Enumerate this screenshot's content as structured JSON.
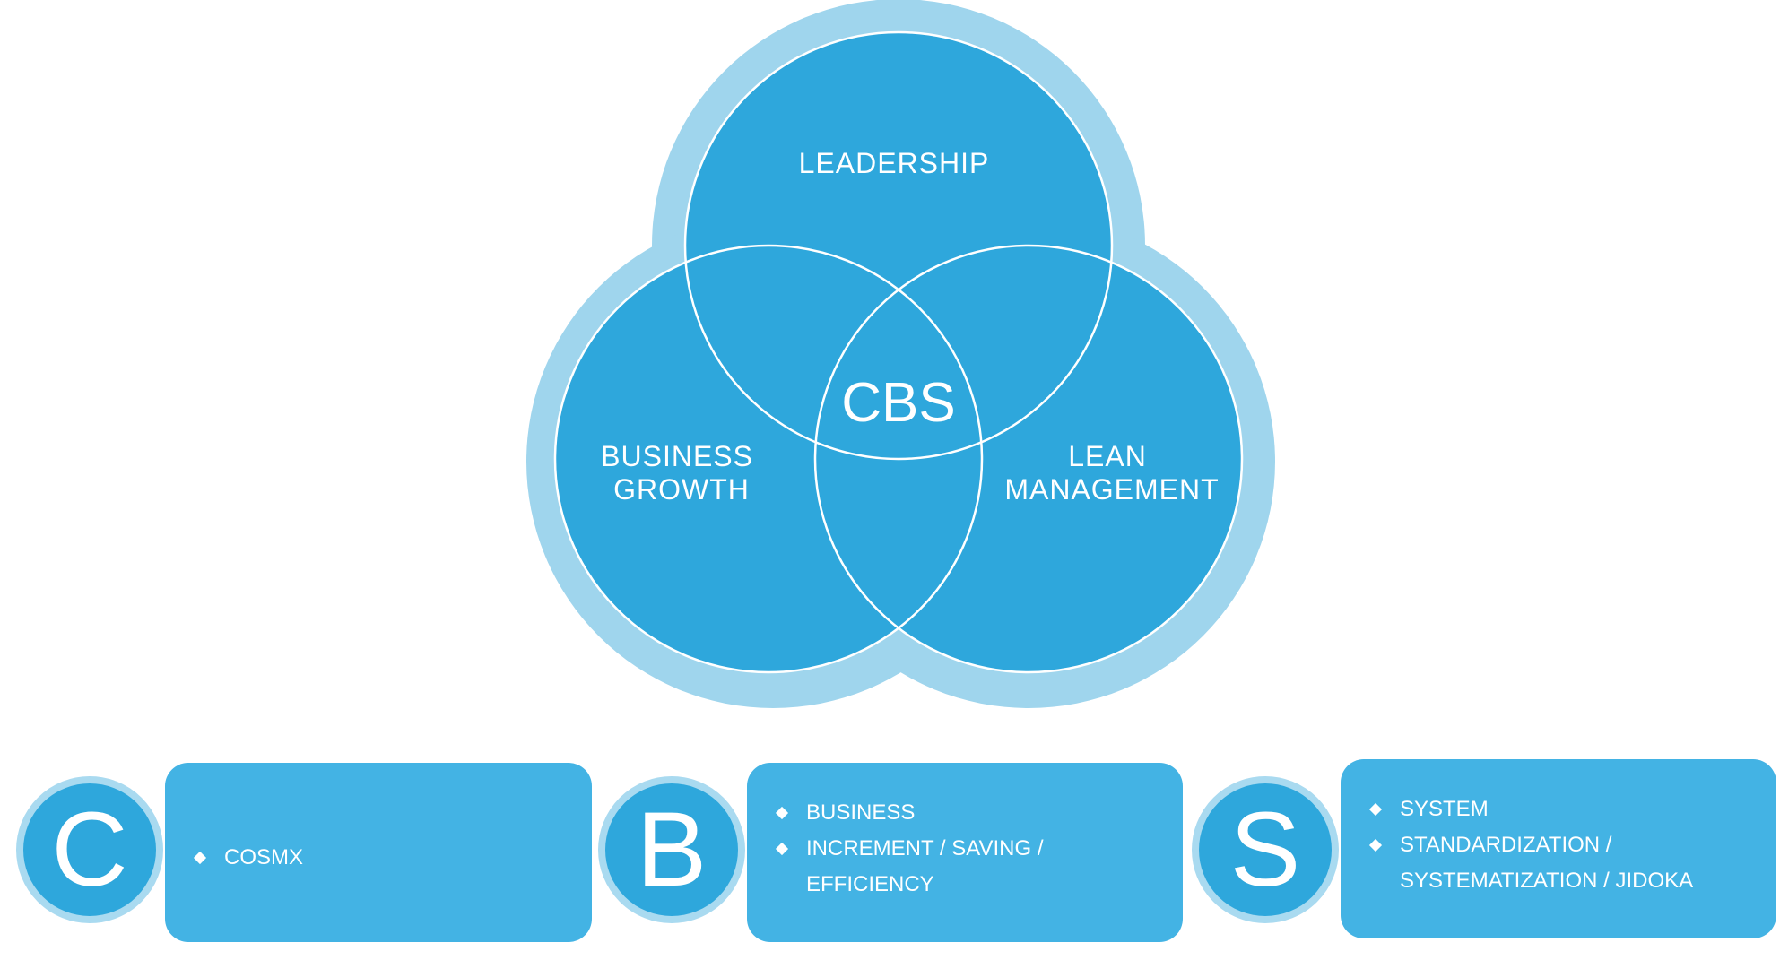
{
  "venn": {
    "center_label": "CBS",
    "circles": [
      {
        "id": "top",
        "lines": [
          "LEADERSHIP"
        ]
      },
      {
        "id": "left",
        "lines": [
          "BUSINESS",
          "GROWTH"
        ]
      },
      {
        "id": "right",
        "lines": [
          "LEAN",
          "MANAGEMENT"
        ]
      }
    ]
  },
  "panels": [
    {
      "letter": "C",
      "items": [
        [
          "COSMX"
        ]
      ]
    },
    {
      "letter": "B",
      "items": [
        [
          "BUSINESS"
        ],
        [
          "INCREMENT / SAVING /",
          "EFFICIENCY"
        ]
      ]
    },
    {
      "letter": "S",
      "items": [
        [
          "SYSTEM"
        ],
        [
          "STANDARDIZATION /",
          "SYSTEMATIZATION / JIDOKA"
        ]
      ]
    }
  ],
  "colors": {
    "circle_fill": "#2EA7DC",
    "halo": "#9FD5ED",
    "box_fill": "#43B3E4",
    "badge_ring": "#A9DAF0",
    "text": "#FFFFFF"
  }
}
